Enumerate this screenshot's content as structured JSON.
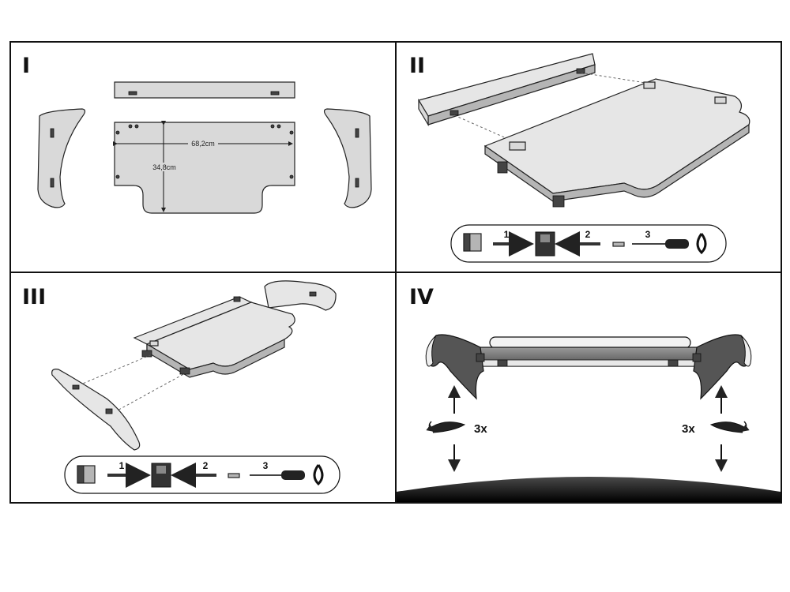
{
  "panels": [
    {
      "numeral": "I",
      "dimensions": {
        "width": "68,2cm",
        "height": "34,8cm"
      }
    },
    {
      "numeral": "II",
      "steps": [
        "1",
        "2",
        "3"
      ]
    },
    {
      "numeral": "III",
      "steps": [
        "1",
        "2",
        "3"
      ]
    },
    {
      "numeral": "IV",
      "turns_left": "3x",
      "turns_right": "3x"
    }
  ],
  "colors": {
    "line": "#111111",
    "part": "#d9d9d9",
    "dark": "#555555",
    "surface": "#1a1a1a"
  }
}
